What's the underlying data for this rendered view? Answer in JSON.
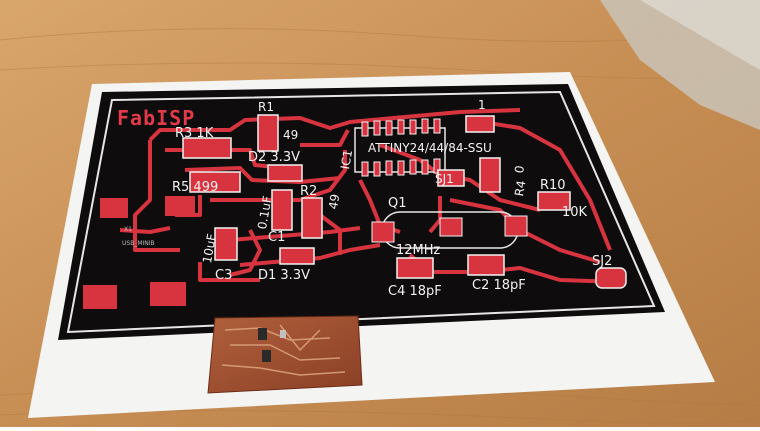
{
  "board": {
    "title": "FabISP",
    "labels": {
      "r1": "R1",
      "r1_val": "49",
      "r3": "R3 1K",
      "d2": "D2 3.3V",
      "r5": "R5 499",
      "r2": "R2",
      "r2_val": "49",
      "c1_v": "0.1uF",
      "c1": "C1",
      "c3_v": "10uF",
      "c3": "C3",
      "d1": "D1 3.3V",
      "ic1": "IC1",
      "attiny": "ATTINY24/44/84-SSU",
      "sj1": "SJ1",
      "r4": "R4",
      "r4_val": "0",
      "r10": "R10",
      "r10_val": "10K",
      "q1": "Q1",
      "xtal": "12MHz",
      "c4": "C4 18pF",
      "c2": "C2 18pF",
      "sj2": "SJ2",
      "num1": "1",
      "usb": "USB_MINIB",
      "x1": "X1"
    }
  },
  "colors": {
    "table": "#c8935a",
    "paper": "#f4f4f2",
    "board": "#0e0c0d",
    "trace": "#d8343f",
    "pcb": "#9a4a2e"
  }
}
